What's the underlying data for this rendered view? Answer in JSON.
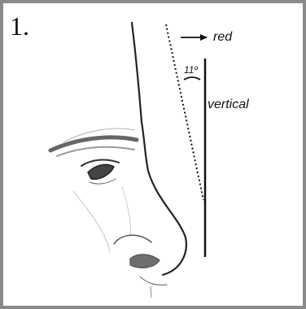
{
  "figure": {
    "number": "1.",
    "labels": {
      "red": "red",
      "angle": "11º",
      "vertical": "vertical"
    },
    "colors": {
      "frame": "#8a8a8a",
      "ink": "#111111"
    }
  }
}
